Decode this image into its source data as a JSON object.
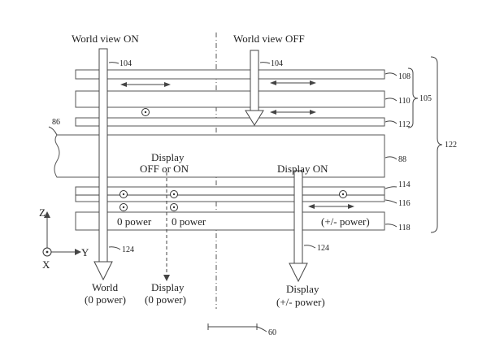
{
  "labels": {
    "world_view_on": "World view ON",
    "world_view_off": "World view OFF",
    "display": "Display",
    "off_or_on": "OFF or ON",
    "display_on": "Display ON",
    "zero_power_1": "0 power",
    "zero_power_2": "0 power",
    "plus_minus_power": "(+/- power)",
    "bottom_world": "World",
    "bottom_world_power": "(0 power)",
    "bottom_display": "Display",
    "bottom_display_power": "(0 power)",
    "bottom_display_on": "Display",
    "bottom_display_on_power": "(+/- power)"
  },
  "refs": {
    "r104a": "104",
    "r104b": "104",
    "r108": "108",
    "r110": "110",
    "r112": "112",
    "r105": "105",
    "r86": "86",
    "r88": "88",
    "r122": "122",
    "r114": "114",
    "r116": "116",
    "r118": "118",
    "r124a": "124",
    "r124b": "124",
    "r60": "60"
  },
  "axes": {
    "z": "Z",
    "y": "Y",
    "x": "X"
  }
}
